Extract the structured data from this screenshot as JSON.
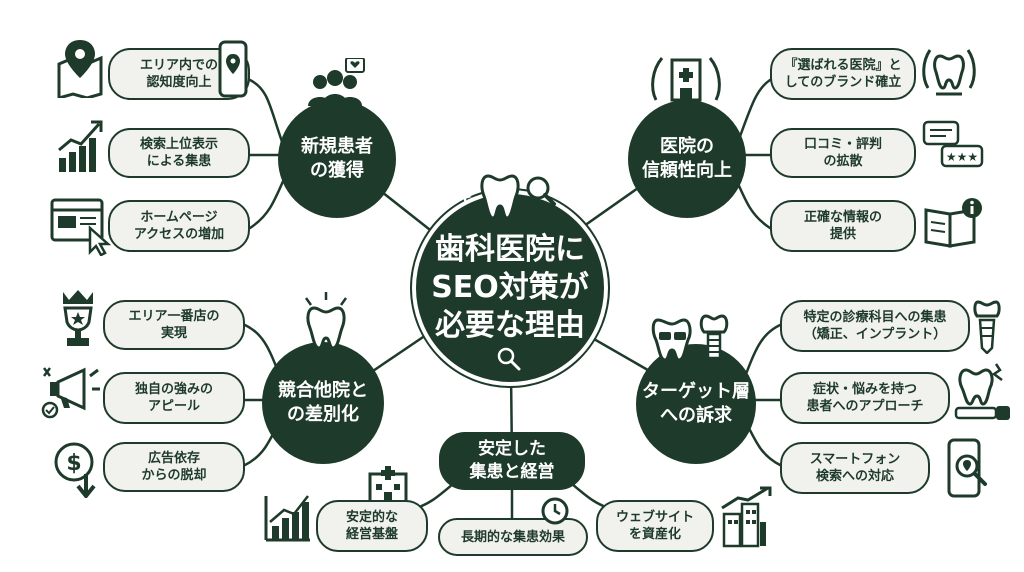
{
  "colors": {
    "primary": "#1e3a2a",
    "pill_bg": "#f1f2ee",
    "background": "#ffffff"
  },
  "center": {
    "line1": "歯科医院に",
    "line2": "SEO対策が",
    "line3": "必要な理由"
  },
  "branches": {
    "new_patients": {
      "title": [
        "新規患者",
        "の獲得"
      ],
      "items": [
        {
          "lines": [
            "エリア内での",
            "認知度向上"
          ],
          "icon": "map-pin-icon"
        },
        {
          "lines": [
            "検索上位表示",
            "による集患"
          ],
          "icon": "rising-chart-icon"
        },
        {
          "lines": [
            "ホームページ",
            "アクセスの増加"
          ],
          "icon": "browser-cursor-icon"
        }
      ],
      "hub_icon": "people-heart-icon"
    },
    "trust": {
      "title": [
        "医院の",
        "信頼性向上"
      ],
      "items": [
        {
          "lines": [
            "『選ばれる医院』と",
            "してのブランド確立"
          ],
          "icon": "tooth-laurel-icon"
        },
        {
          "lines": [
            "口コミ・評判",
            "の拡散"
          ],
          "icon": "chat-stars-icon"
        },
        {
          "lines": [
            "正確な情報の",
            "提供"
          ],
          "icon": "book-info-icon"
        }
      ],
      "hub_icon": "clinic-laurel-icon"
    },
    "competitive": {
      "title": [
        "競合他院と",
        "の差別化"
      ],
      "items": [
        {
          "lines": [
            "エリア一番店の",
            "実現"
          ],
          "icon": "trophy-icon"
        },
        {
          "lines": [
            "独自の強みの",
            "アピール"
          ],
          "icon": "megaphone-icon"
        },
        {
          "lines": [
            "広告依存",
            "からの脱却"
          ],
          "icon": "dollar-down-icon"
        }
      ],
      "hub_icon": "shining-tooth-icon"
    },
    "target": {
      "title": [
        "ターゲット層",
        "への訴求"
      ],
      "items": [
        {
          "lines": [
            "特定の診療科目への集患",
            "（矯正、インプラント）"
          ],
          "icon": "implant-icon"
        },
        {
          "lines": [
            "症状・悩みを持つ",
            "患者へのアプローチ"
          ],
          "icon": "tooth-search-icon"
        },
        {
          "lines": [
            "スマートフォン",
            "検索への対応"
          ],
          "icon": "smartphone-search-icon"
        }
      ],
      "hub_icon": "teeth-glasses-icon"
    },
    "stable": {
      "title": [
        "安定した",
        "集患と経営"
      ],
      "items": [
        {
          "lines": [
            "安定的な",
            "経営基盤"
          ],
          "icon": "bar-chart-icon"
        },
        {
          "lines": [
            "長期的な集患効果"
          ],
          "icon": "clock-icon"
        },
        {
          "lines": [
            "ウェブサイト",
            "を資産化"
          ],
          "icon": "buildings-chart-icon"
        }
      ],
      "hub_icon": "clinic-building-icon"
    }
  }
}
